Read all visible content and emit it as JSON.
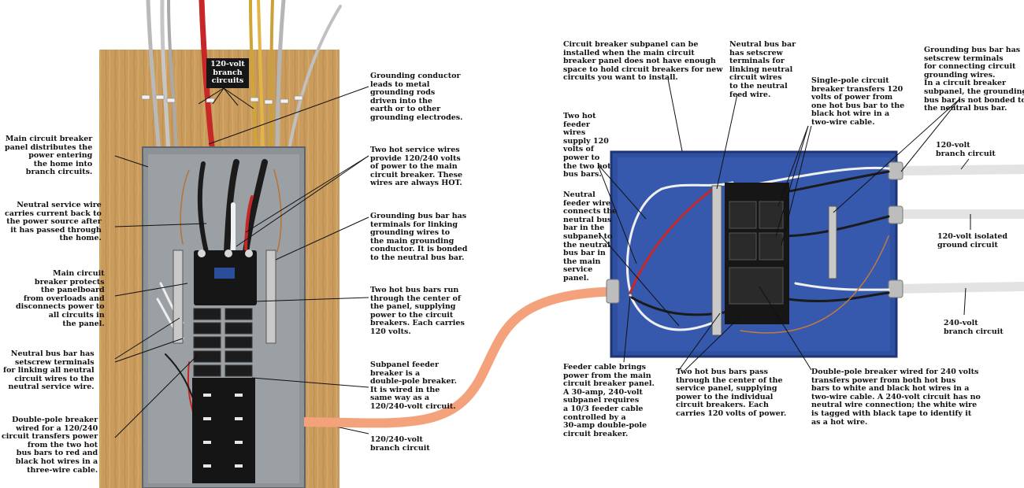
{
  "left_panel": {
    "tag": "120-volt\nbranch\ncircuits",
    "callouts": {
      "main_panel": "Main circuit breaker\npanel distributes the\npower entering\nthe home into\nbranch circuits.",
      "neutral_service": "Neutral service wire\ncarries current back to\nthe power source after\nit has passed through\nthe home.",
      "main_breaker": "Main circuit\nbreaker protects\nthe panelboard\nfrom overloads and\ndisconnects power to\nall circuits in\nthe panel.",
      "neutral_bus": "Neutral bus bar has\nsetscrew terminals\nfor linking all neutral\ncircuit wires to the\nneutral service wire.",
      "double_pole": "Double-pole breaker\nwired for a 120/240\ncircuit transfers power\nfrom the two hot\nbus bars to red and\nblack hot wires in a\nthree-wire cable.",
      "grounding_conductor": "Grounding conductor\nleads to metal\ngrounding rods\ndriven into the\nearth or to other\ngrounding electrodes.",
      "hot_service": "Two hot service wires\nprovide 120/240 volts\nof power to the main\ncircuit breaker. These\nwires are always HOT.",
      "grounding_bus": "Grounding bus bar has\nterminals for linking\ngrounding wires to\nthe main grounding\nconductor. It is bonded\nto the neutral bus bar.",
      "hot_bus": "Two hot bus bars run\nthrough the center of\nthe panel, supplying\npower to the circuit\nbreakers. Each carries\n120 volts.",
      "subpanel_feeder_breaker": "Subpanel feeder\nbreaker is a\ndouble-pole breaker.\nIt is wired in the\nsame way as a\n120/240-volt circuit.",
      "branch_120_240": "120/240-volt\nbranch circuit"
    }
  },
  "right_panel": {
    "callouts": {
      "subpanel_install": "Circuit breaker subpanel can be\ninstalled when the main circuit\nbreaker panel does not have enough\nspace to hold circuit breakers for new\ncircuits you want to install.",
      "neutral_bus": "Neutral bus bar\nhas setscrew\nterminals for\nlinking neutral\ncircuit wires\nto the neutral\nfeed wire.",
      "single_pole": "Single-pole circuit\nbreaker transfers 120\nvolts of power from\none hot bus bar to the\nblack hot wire in a\ntwo-wire cable.",
      "grounding_bus": "Grounding bus bar has\nsetscrew terminals\nfor connecting circuit\ngrounding wires.\nIn a circuit breaker\nsubpanel, the grounding\nbus bar is not bonded to\nthe neutral bus bar.",
      "hot_feeder": "Two hot\nfeeder\nwires\nsupply 120\nvolts of\npower to\nthe two hot\nbus bars.",
      "neutral_feeder": "Neutral\nfeeder wire\nconnects the\nneutral bus\nbar in the\nsubpanel to\nthe neutral\nbus bar in\nthe main\nservice\npanel.",
      "branch_120": "120-volt\nbranch circuit",
      "isolated_ground": "120-volt isolated\nground circuit",
      "branch_240": "240-volt\nbranch circuit",
      "feeder_cable": "Feeder cable brings\npower from the main\ncircuit breaker panel.\nA 30-amp, 240-volt\nsubpanel requires\na 10/3 feeder cable\ncontrolled by a\n30-amp double-pole\ncircuit breaker.",
      "hot_bus": "Two hot bus bars pass\nthrough the center of the\nservice panel, supplying\npower to the individual\ncircuit breakers. Each\ncarries 120 volts of power.",
      "double_pole": "Double-pole breaker wired for 240 volts\ntransfers power from both hot bus\nbars to white and black hot wires in a\ntwo-wire cable. A 240-volt circuit has no\nneutral wire connection; the white wire\nis tagged with black tape to identify it\nas a hot wire."
    }
  },
  "colors": {
    "plywood": "#c89a5c",
    "panel_gray": "#8a8f93",
    "subpanel_blue": "#2f4fa0",
    "feeder_cable": "#f4a27c"
  }
}
